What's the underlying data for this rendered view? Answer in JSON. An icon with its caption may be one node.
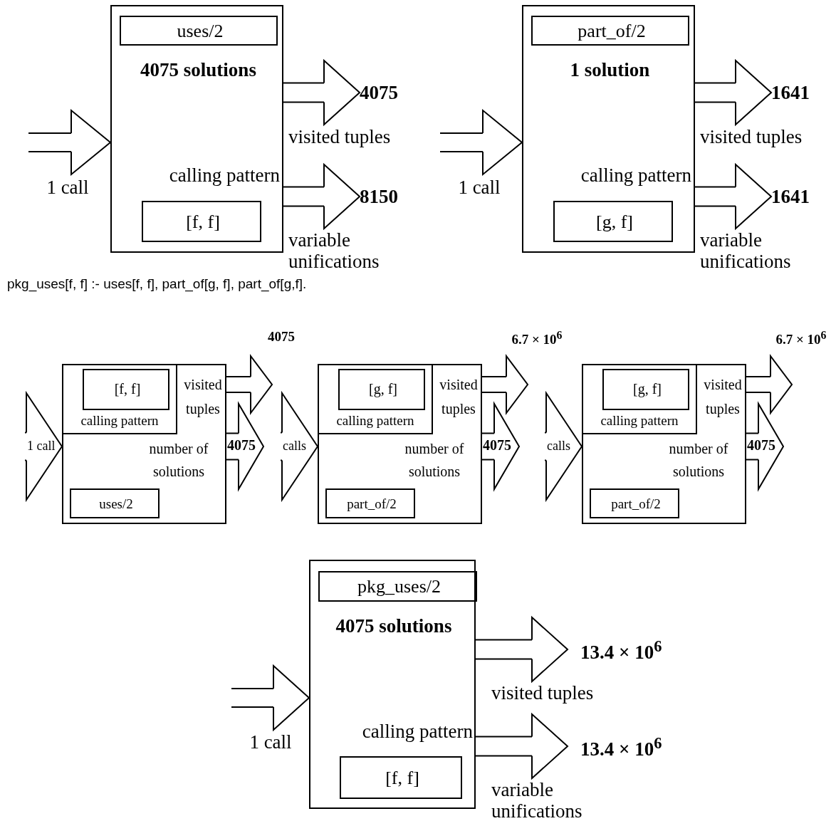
{
  "diagram": {
    "nodes": [
      {
        "text": [
          "4075 solutions",
          "calling pattern"
        ]
      },
      {
        "text": [
          "uses/2"
        ],
        "in": 0
      },
      {
        "text": [
          "[f, f]"
        ],
        "in": 0
      },
      {
        "text": [
          "4075"
        ]
      },
      {
        "text": [
          "8150"
        ]
      },
      {
        "text": [
          "1 solution",
          "calling pattern"
        ]
      },
      {
        "text": [
          "part_of/2"
        ],
        "in": 5
      },
      {
        "text": [
          "[g, f]"
        ],
        "in": 5
      },
      {
        "text": [
          "1641"
        ]
      },
      {
        "text": [
          "1641"
        ]
      },
      {
        "text": [
          "visited tuples",
          "number of solutions"
        ]
      },
      {
        "text": [
          "calling pattern"
        ],
        "in": 10
      },
      {
        "text": [
          "[f, f]"
        ],
        "in": 11
      },
      {
        "text": [
          "uses/2"
        ],
        "in": 10
      },
      {
        "text": [
          "visited tuples",
          "number of solutions"
        ]
      },
      {
        "text": [
          "calling pattern"
        ],
        "in": 14
      },
      {
        "text": [
          "[g, f]"
        ],
        "in": 15
      },
      {
        "text": [
          "part_of/2"
        ],
        "in": 14
      },
      {
        "text": [
          "visited tuples",
          "number of solutions"
        ]
      },
      {
        "text": [
          "calling pattern"
        ],
        "in": 18
      },
      {
        "text": [
          "[g, f]"
        ],
        "in": 19
      },
      {
        "text": [
          "part_of/2"
        ],
        "in": 18
      },
      {
        "text": [
          "4075 solutions",
          "calling pattern"
        ]
      },
      {
        "text": [
          "pkg_uses/2"
        ],
        "in": 22
      },
      {
        "text": [
          "[f, f]"
        ],
        "in": 22
      },
      {
        "text": [
          "13.4 × 10$^{6}$"
        ]
      },
      {
        "text": [
          "13.4 × 10$^{6}$"
        ]
      }
    ],
    "edges": [
      {
        "from": null,
        "to": 0,
        "arrow": "to",
        "label": "1 call"
      },
      {
        "from": 0,
        "to": 3,
        "arrow": "to",
        "label": "visited tuples"
      },
      {
        "from": 0,
        "to": 4,
        "arrow": "to",
        "label": "variable unifications"
      },
      {
        "from": null,
        "to": 5,
        "arrow": "to",
        "label": "1 call"
      },
      {
        "from": 5,
        "to": 8,
        "arrow": "to",
        "label": "visited tuples"
      },
      {
        "from": 5,
        "to": 9,
        "arrow": "to",
        "label": "variable unifications"
      },
      {
        "from": null,
        "to": 10,
        "arrow": "to",
        "label": "1 call"
      },
      {
        "from": 10,
        "to": null,
        "arrow": "to",
        "label": "4075"
      },
      {
        "from": 10,
        "to": null,
        "arrow": "to",
        "label": "4075"
      },
      {
        "from": null,
        "to": 14,
        "arrow": "to",
        "label": "calls"
      },
      {
        "from": 14,
        "to": null,
        "arrow": "to",
        "label": "6.7 × 10$^{6}$"
      },
      {
        "from": 14,
        "to": null,
        "arrow": "to",
        "label": "4075"
      },
      {
        "from": null,
        "to": 18,
        "arrow": "to",
        "label": "calls"
      },
      {
        "from": 18,
        "to": null,
        "arrow": "to",
        "label": "6.7 × 10$^{6}$"
      },
      {
        "from": 18,
        "to": null,
        "arrow": "to",
        "label": "4075"
      },
      {
        "from": null,
        "to": 22,
        "arrow": "to",
        "label": "1 call"
      },
      {
        "from": 22,
        "to": 25,
        "arrow": "to",
        "label": "visited tuples"
      },
      {
        "from": 22,
        "to": 26,
        "arrow": "to",
        "label": "variable unifications"
      }
    ],
    "labels": [
      "pkg_uses[f, f] :- uses[f, f], part_of[g, f], part_of[g,f]."
    ]
  }
}
